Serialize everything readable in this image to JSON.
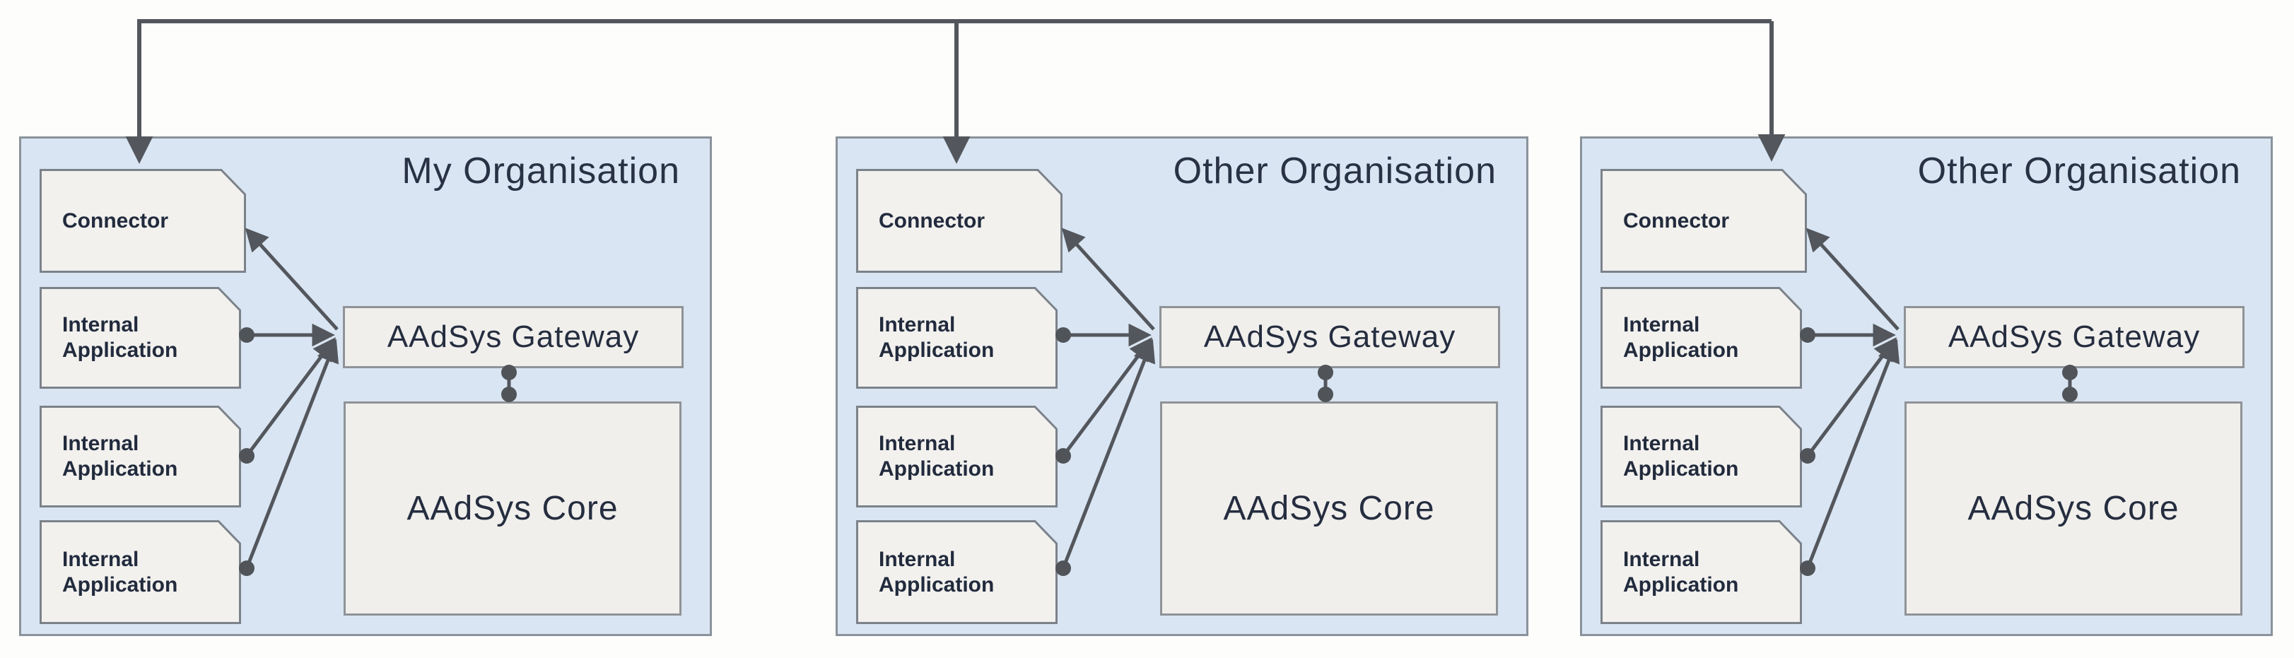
{
  "diagram": {
    "type": "architecture-diagram",
    "description_labels": {
      "connector": "Connector",
      "internal_application": "Internal Application",
      "gateway": "AAdSys Gateway",
      "core": "AAdSys Core"
    },
    "colors": {
      "panel_fill": "#d9e5f2",
      "panel_border": "#8a929b",
      "note_fill": "#f2f1ee",
      "note_border": "#7c828a",
      "box_fill": "#f0efec",
      "box_border": "#8f9397",
      "connection_line": "#53575d",
      "title_text": "#293245",
      "label_text": "#222b3d",
      "page_background": "#fdfdfb"
    },
    "panels": [
      {
        "title": "My Organisation",
        "connector": {
          "label": "Connector"
        },
        "apps": [
          {
            "label": "Internal Application"
          },
          {
            "label": "Internal Application"
          },
          {
            "label": "Internal Application"
          }
        ],
        "gateway": {
          "label": "AAdSys Gateway"
        },
        "core": {
          "label": "AAdSys Core"
        }
      },
      {
        "title": "Other Organisation",
        "connector": {
          "label": "Connector"
        },
        "apps": [
          {
            "label": "Internal Application"
          },
          {
            "label": "Internal Application"
          },
          {
            "label": "Internal Application"
          }
        ],
        "gateway": {
          "label": "AAdSys Gateway"
        },
        "core": {
          "label": "AAdSys Core"
        }
      },
      {
        "title": "Other Organisation",
        "connector": {
          "label": "Connector"
        },
        "apps": [
          {
            "label": "Internal Application"
          },
          {
            "label": "Internal Application"
          },
          {
            "label": "Internal Application"
          }
        ],
        "gateway": {
          "label": "AAdSys Gateway"
        },
        "core": {
          "label": "AAdSys Core"
        }
      }
    ]
  }
}
